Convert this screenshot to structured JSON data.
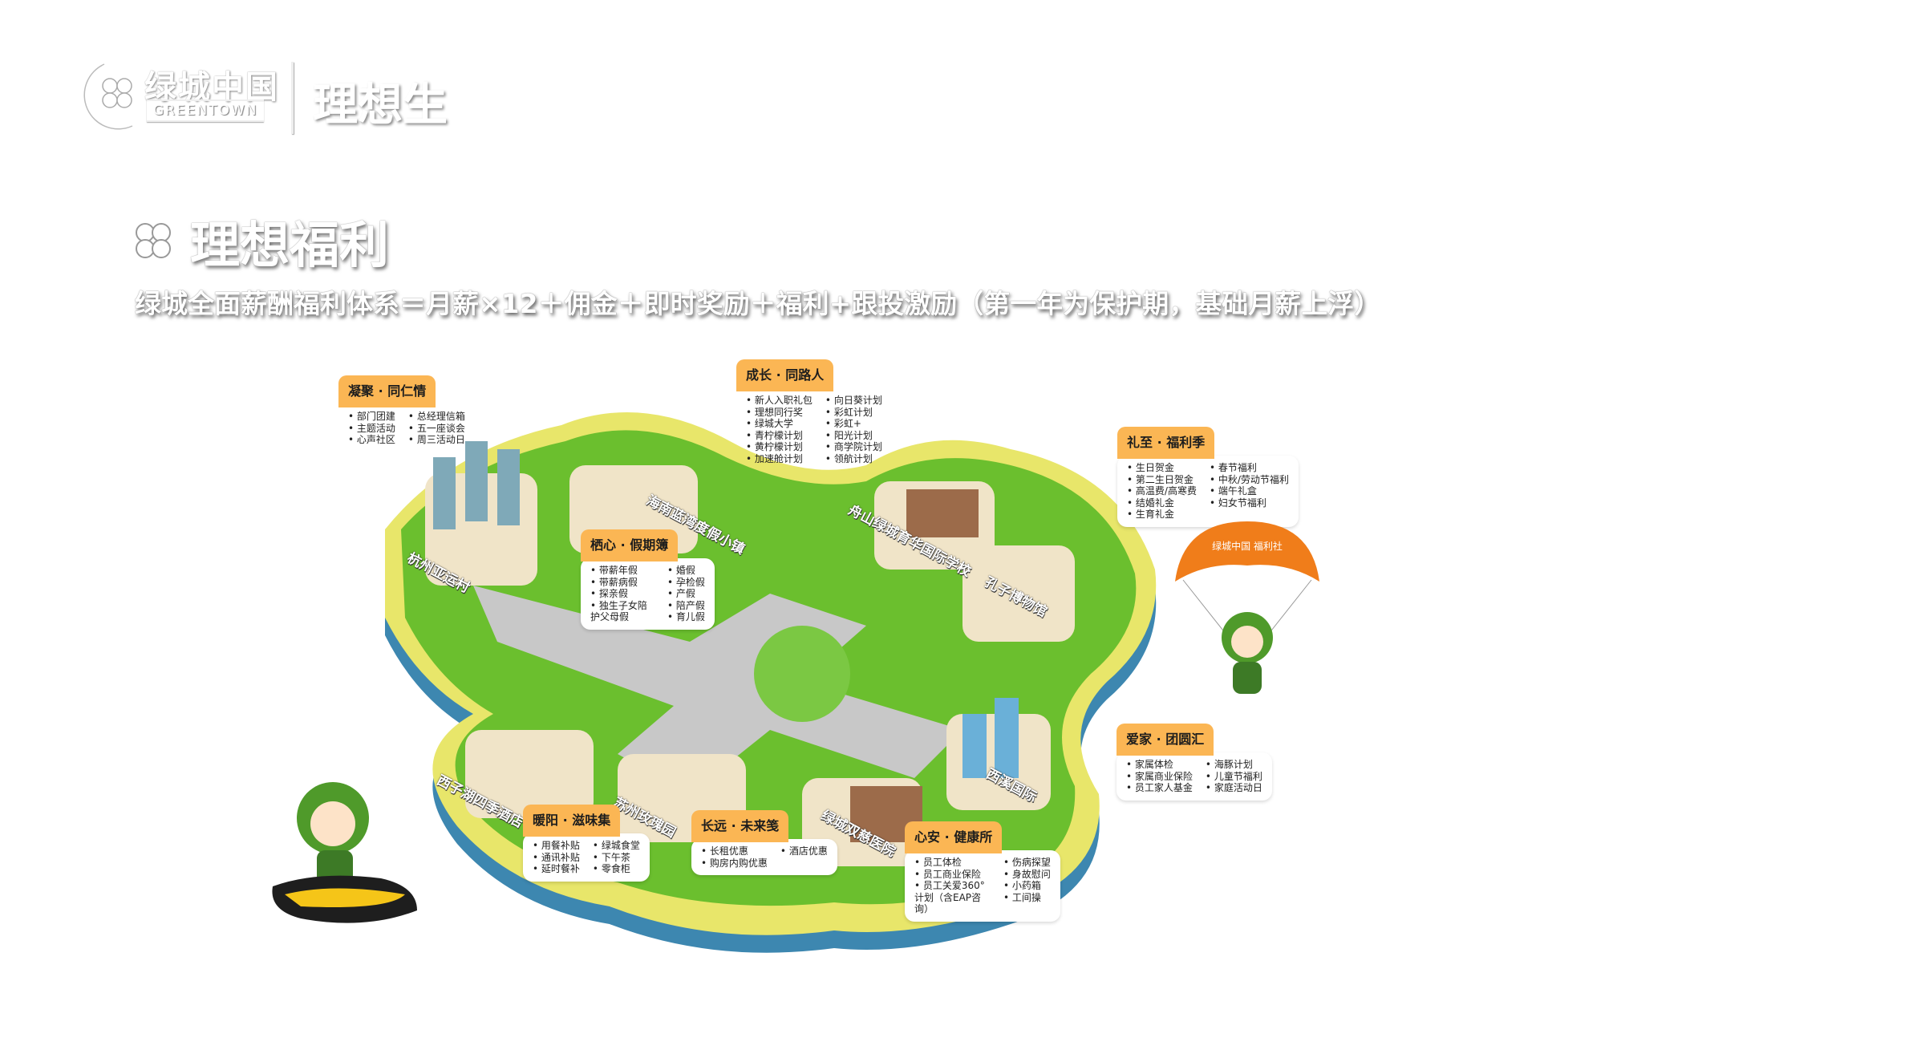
{
  "header": {
    "brand_cn": "绿城中国",
    "brand_en": "GREENTOWN",
    "program": "理想生"
  },
  "title": "理想福利",
  "subtitle": "绿城全面薪酬福利体系＝月薪×12＋佣金＋即时奖励＋福利+跟投激励（第一年为保护期，基础月薪上浮）",
  "places": [
    "杭州亚运村",
    "海南蓝湾度假小镇",
    "舟山绿城育华国际学校",
    "孔子博物馆",
    "西子湖四季酒店",
    "苏州玫瑰园",
    "绿城双慈医院",
    "西溪国际"
  ],
  "cards": [
    {
      "title": "凝聚 · 同仁情",
      "col1": [
        "部门团建",
        "主题活动",
        "心声社区"
      ],
      "col2": [
        "总经理信箱",
        "五一座谈会",
        "周三活动日"
      ]
    },
    {
      "title": "成长 · 同路人",
      "col1": [
        "新人入职礼包",
        "理想同行奖",
        "绿城大学",
        "青柠檬计划",
        "黄柠檬计划",
        "加速舱计划"
      ],
      "col2": [
        "向日葵计划",
        "彩虹计划",
        "彩虹+",
        "阳光计划",
        "商学院计划",
        "领航计划"
      ]
    },
    {
      "title": "礼至 · 福利季",
      "col1": [
        "生日贺金",
        "第二生日贺金",
        "高温费/高寒费",
        "结婚礼金",
        "生育礼金"
      ],
      "col2": [
        "春节福利",
        "中秋/劳动节福利",
        "端午礼盒",
        "妇女节福利"
      ]
    },
    {
      "title": "栖心 · 假期簿",
      "col1": [
        "带薪年假",
        "带薪病假",
        "探亲假",
        "独生子女陪护父母假"
      ],
      "col2": [
        "婚假",
        "孕检假",
        "产假",
        "陪产假",
        "育儿假"
      ]
    },
    {
      "title": "爱家 · 团圆汇",
      "col1": [
        "家属体检",
        "家属商业保险",
        "员工家人基金"
      ],
      "col2": [
        "海豚计划",
        "儿童节福利",
        "家庭活动日"
      ]
    },
    {
      "title": "暖阳 · 滋味集",
      "col1": [
        "用餐补贴",
        "通讯补贴",
        "延时餐补"
      ],
      "col2": [
        "绿城食堂",
        "下午茶",
        "零食柜"
      ]
    },
    {
      "title": "长远 · 未来笺",
      "col1": [
        "长租优惠",
        "购房内购优惠"
      ],
      "col2": [
        "酒店优惠"
      ]
    },
    {
      "title": "心安 · 健康所",
      "col1": [
        "员工体检",
        "员工商业保险",
        "员工关爱360°计划（含EAP咨询）"
      ],
      "col2": [
        "伤病探望",
        "身故慰问",
        "小药箱",
        "工间操"
      ]
    }
  ],
  "parachute_text": "绿城中国 福利社",
  "colors": {
    "orange": "#fbb654",
    "green": "#6bbf2e",
    "water": "#3d87b0",
    "road": "#c8c8c8"
  }
}
